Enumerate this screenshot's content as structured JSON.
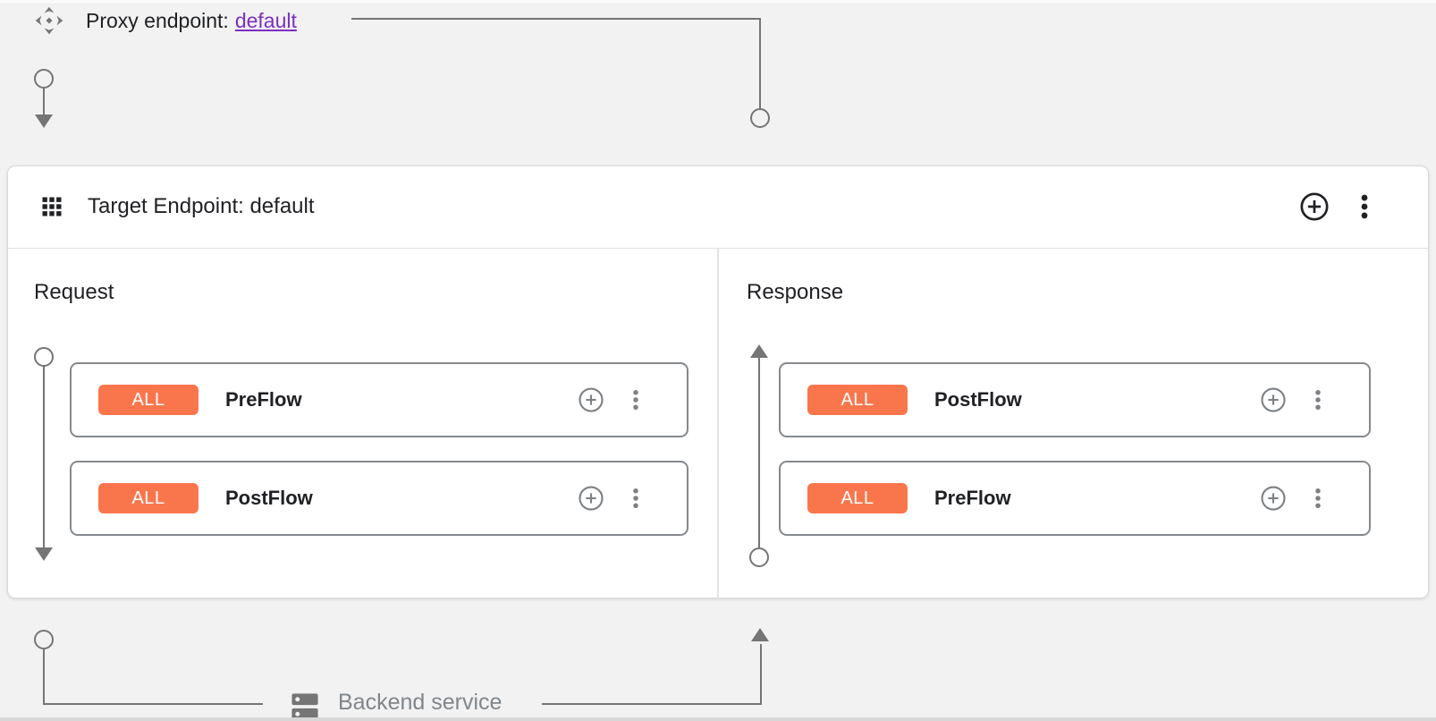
{
  "colors": {
    "accent_orange": "#F9764D",
    "link_purple": "#7C2FBF",
    "connector_gray": "#757575",
    "text_dark": "#202124",
    "muted_gray": "#80868B",
    "card_background": "#FFFFFF",
    "canvas_background": "#F2F2F2"
  },
  "proxy_endpoint": {
    "label": "Proxy endpoint:",
    "name": "default"
  },
  "target_endpoint": {
    "title": "Target Endpoint: default"
  },
  "request": {
    "title": "Request",
    "flows": [
      {
        "badge": "ALL",
        "name": "PreFlow"
      },
      {
        "badge": "ALL",
        "name": "PostFlow"
      }
    ]
  },
  "response": {
    "title": "Response",
    "flows": [
      {
        "badge": "ALL",
        "name": "PostFlow"
      },
      {
        "badge": "ALL",
        "name": "PreFlow"
      }
    ]
  },
  "backend": {
    "label": "Backend service"
  }
}
